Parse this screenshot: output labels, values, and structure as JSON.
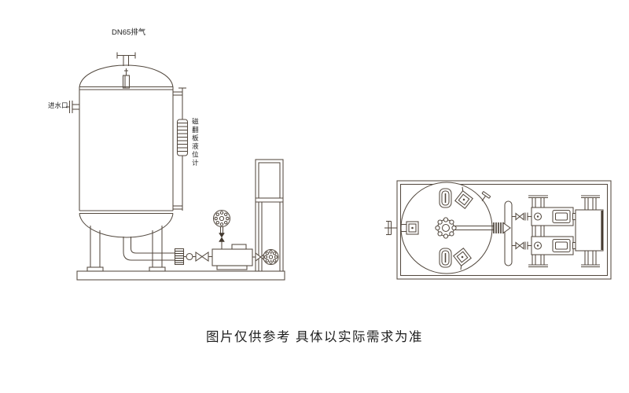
{
  "labels": {
    "vent": "DN65排气",
    "inlet": "进水口",
    "level_gauge": "磁翻板液位计"
  },
  "caption": "图片仅供参考 具体以实际需求为准",
  "colors": {
    "background": "#ffffff",
    "line": "#544a40",
    "dark": "#43392f",
    "text": "#1e1e1e"
  }
}
